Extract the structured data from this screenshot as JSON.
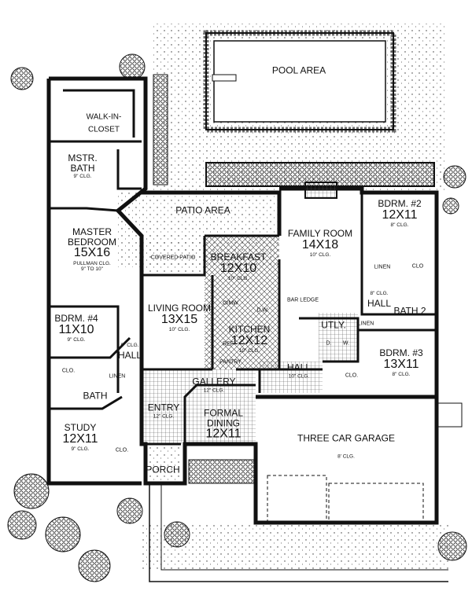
{
  "rooms": {
    "pool": {
      "name": "POOL AREA"
    },
    "walkin": {
      "name": "WALK-IN-",
      "name2": "CLOSET"
    },
    "mstr_bath": {
      "name": "MSTR.",
      "name2": "BATH",
      "clg": "9\" CLG."
    },
    "patio": {
      "name": "PATIO AREA"
    },
    "master": {
      "name": "MASTER",
      "name2": "BEDROOM",
      "dim": "15X16",
      "clg": "PULLMAN CLG.",
      "clg2": "9\" TO 10\""
    },
    "covered_patio": {
      "name": "COVERED PATIO"
    },
    "breakfast": {
      "name": "BREAKFAST",
      "dim": "12X10",
      "clg": "10\" CLG."
    },
    "family": {
      "name": "FAMILY ROOM",
      "dim": "14X18",
      "clg": "10\" CLG."
    },
    "bdrm2": {
      "name": "BDRM. #2",
      "dim": "12X11",
      "clg": "8\" CLG."
    },
    "linen2": {
      "name": "LINEN"
    },
    "clo2": {
      "name": "CLO"
    },
    "hall_right": {
      "clg": "8\" CLG.",
      "name": "HALL"
    },
    "bath2": {
      "name": "BATH 2"
    },
    "living": {
      "name": "LIVING ROOM",
      "dim": "13X15",
      "clg": "10\" CLG."
    },
    "bar_ledge": {
      "name": "BAR LEDGE"
    },
    "kitchen": {
      "name": "KITCHEN",
      "dim": "12X12",
      "clg": "10\" CLG."
    },
    "omw": {
      "name": "O/MW"
    },
    "ref": {
      "name": "REF"
    },
    "pantry": {
      "name": "PANTRY"
    },
    "dw": {
      "name": "D.W."
    },
    "utly": {
      "name": "UTLY.",
      "d": "D.",
      "w": "W."
    },
    "linen_utly": {
      "name": "LINEN"
    },
    "bdrm4": {
      "name": "BDRM. #4",
      "dim": "11X10",
      "clg": "9\" CLG."
    },
    "hall_left": {
      "clg": "9\" CLG.",
      "name": "HALL"
    },
    "clo4": {
      "name": "CLO."
    },
    "linen4": {
      "name": "LINEN"
    },
    "bath": {
      "name": "BATH"
    },
    "bdrm3": {
      "name": "BDRM. #3",
      "dim": "13X11",
      "clg": "8\" CLG."
    },
    "hall_mid": {
      "name": "HALL",
      "clg": "10\" CLG."
    },
    "clo3": {
      "name": "CLO."
    },
    "gallery": {
      "name": "GALLERY",
      "clg": "12\" CLG."
    },
    "entry": {
      "name": "ENTRY",
      "clg": "12\" CLG."
    },
    "dining": {
      "name": "FORMAL",
      "name2": "DINING",
      "dim": "12X11",
      "clg": "12\" CLG."
    },
    "garage": {
      "name": "THREE CAR GARAGE",
      "clg": "8' CLG."
    },
    "study": {
      "name": "STUDY",
      "dim": "12X11",
      "clg": "9\" CLG."
    },
    "clo_study": {
      "name": "CLO."
    },
    "porch": {
      "name": "PORCH"
    }
  }
}
